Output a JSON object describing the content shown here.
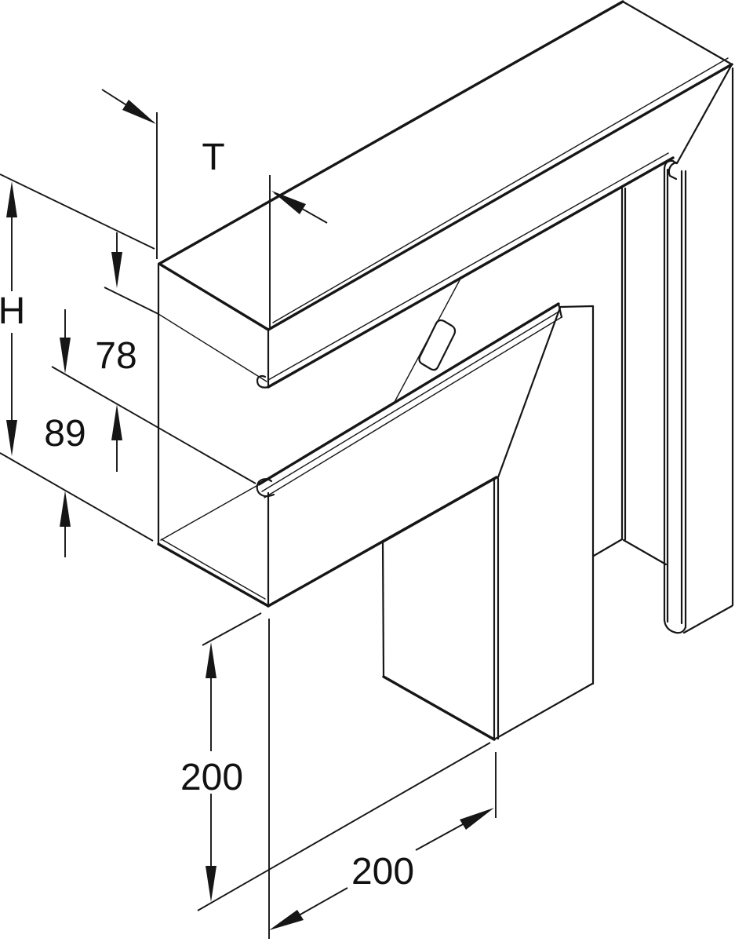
{
  "drawing": {
    "background": "#ffffff",
    "line_color": "#161616",
    "labels": {
      "height": "H",
      "depth": "T",
      "cover_offset": "78",
      "base_offset": "89",
      "leg_vertical": "200",
      "leg_horizontal": "200"
    }
  }
}
